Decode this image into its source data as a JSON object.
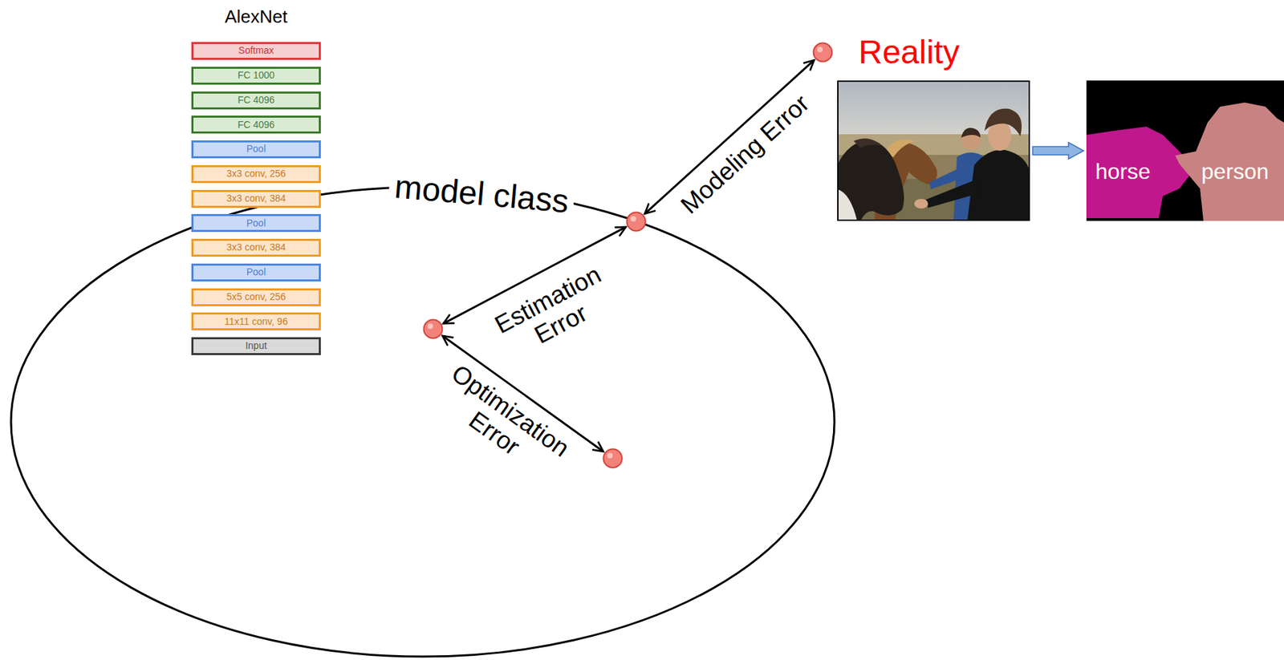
{
  "diagram": {
    "nodes": [
      {
        "text": [
          "Softmax"
        ]
      },
      {
        "text": [
          "FC 1000"
        ]
      },
      {
        "text": [
          "FC 4096"
        ]
      },
      {
        "text": [
          "FC 4096"
        ]
      },
      {
        "text": [
          "Pool"
        ]
      },
      {
        "text": [
          "3x3 conv, 256"
        ]
      },
      {
        "text": [
          "3x3 conv, 384"
        ]
      },
      {
        "text": [
          "Pool"
        ]
      },
      {
        "text": [
          "3x3 conv, 384"
        ]
      },
      {
        "text": [
          "Pool"
        ]
      },
      {
        "text": [
          "5x5 conv, 256"
        ]
      },
      {
        "text": [
          "11x11 conv, 96"
        ]
      },
      {
        "text": [
          "Input"
        ]
      },
      {
        "text": [
          "Reality"
        ]
      },
      {
        "text": []
      },
      {
        "text": [
          "horse",
          "person"
        ]
      },
      {
        "text": [
          "model class"
        ]
      },
      {
        "text": [],
        "in": 16
      },
      {
        "text": [],
        "in": 16
      },
      {
        "text": [],
        "in": 16
      }
    ],
    "edges": [
      {
        "from": 13,
        "to": 17,
        "label": "Modeling Error",
        "arrow": "both"
      },
      {
        "from": 17,
        "to": 18,
        "label": "Estimation Error",
        "arrow": "both"
      },
      {
        "from": 18,
        "to": 19,
        "label": "Optimization Error",
        "arrow": "both"
      },
      {
        "from": 14,
        "to": 15,
        "arrow": "to"
      }
    ],
    "labels": [
      "AlexNet"
    ]
  }
}
